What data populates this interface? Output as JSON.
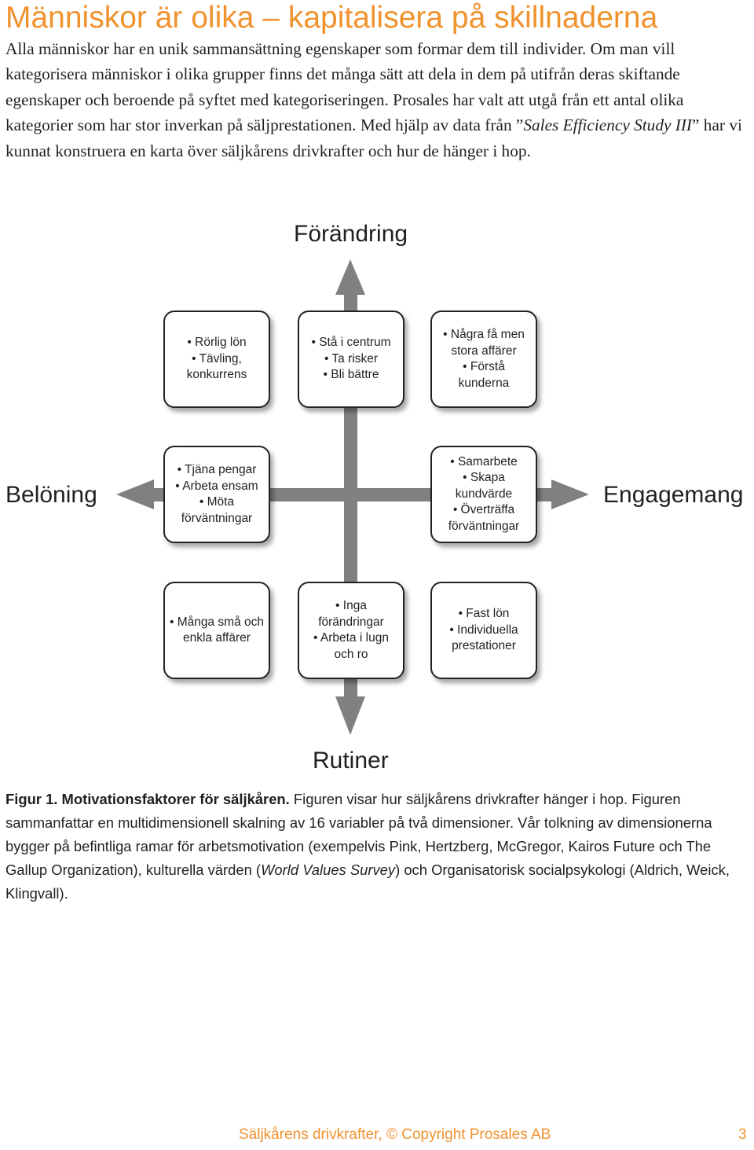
{
  "title": "Människor är olika – kapitalisera på skillnaderna",
  "intro": {
    "text_before": "Alla människor har en unik sammansättning egenskaper som formar dem till individer. Om man vill kategorisera människor i olika grupper finns det många sätt att dela in dem på utifrån deras skiftande egenskaper och beroende på syftet med kategoriseringen. Prosales har valt att utgå från ett antal olika kategorier som har stor inverkan på säljprestationen. Med hjälp av data från ”",
    "italic": "Sales Efficiency Study III",
    "text_after": "” har vi kunnat konstruera en karta över säljkårens drivkrafter och hur de hänger i hop."
  },
  "diagram": {
    "axis_top": "Förändring",
    "axis_bottom": "Rutiner",
    "axis_left": "Belöning",
    "axis_right": "Engagemang",
    "arrow_color": "#808080",
    "boxes": [
      [
        "Rörlig lön",
        "Tävling, konkurrens"
      ],
      [
        "Stå i centrum",
        "Ta risker",
        "Bli bättre"
      ],
      [
        "Några få men stora affärer",
        "Förstå kunderna"
      ],
      [
        "Tjäna pengar",
        "Arbeta ensam",
        "Möta förväntningar"
      ],
      [
        "Samarbete",
        "Skapa kundvärde",
        "Överträffa förväntningar"
      ],
      [
        "Många små och enkla affärer"
      ],
      [
        "Inga förändringar",
        "Arbeta i lugn och ro"
      ],
      [
        "Fast lön",
        "Individuella prestationer"
      ]
    ]
  },
  "caption": {
    "bold": "Figur 1. Motivationsfaktorer för säljkåren.",
    "text1": " Figuren visar hur säljkårens drivkrafter hänger i hop. Figuren sammanfattar en multidimensionell skalning av 16 variabler på två dimensioner. Vår tolkning av dimensionerna bygger på befintliga ramar för arbetsmotivation (exempelvis Pink, Hertzberg, McGregor, Kairos Future och The Gallup Organization), kulturella värden (",
    "italic": "World Values Survey",
    "text2": ") och Organisatorisk socialpsykologi (Aldrich, Weick, Klingvall)."
  },
  "footer": {
    "text": "Säljkårens drivkrafter, © Copyright Prosales AB",
    "page": "3",
    "accent_color": "#f0922e"
  }
}
